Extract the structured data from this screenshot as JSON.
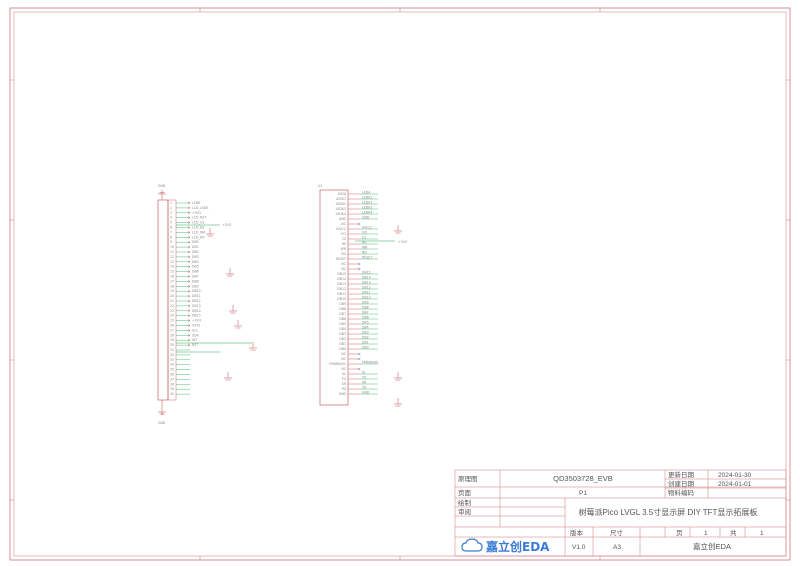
{
  "title_block": {
    "schematic_label": "原理图",
    "schematic_name": "QD3503728_EVB",
    "page_label": "页面",
    "page_name": "P1",
    "drawn_label": "绘制",
    "review_label": "审阅",
    "modify_date_label": "更新日期",
    "modify_date": "2024-01-30",
    "create_date_label": "创建日期",
    "create_date": "2024-01-01",
    "part_no_label": "物料编码",
    "description": "树莓派Pico LVGL 3.5寸显示屏 DIY TFT显示拓展板",
    "version_label": "版本",
    "version": "V1.0",
    "size_label": "尺寸",
    "size": "A3",
    "page_no_label": "页",
    "page_no": "1",
    "total_label": "共",
    "total": "1",
    "company": "嘉立创EDA",
    "logo_text": "嘉立创EDA"
  },
  "left_connector": {
    "top_label": "GND",
    "bottom_label": "GND",
    "designator": "U1",
    "net_labels": [
      "LEDK",
      "LCD_LEDK",
      "+3V3",
      "LCD_RST",
      "LCD_CS",
      "LCD_RS",
      "LCD_WR",
      "LCD_RD",
      "DB0",
      "DB1",
      "DB2",
      "DB3",
      "DB4",
      "DB5",
      "DB6",
      "DB7",
      "DB8",
      "DB9",
      "DB10",
      "DB11",
      "DB12",
      "DB13",
      "DB14",
      "DB15",
      "+3V3",
      "VSYS",
      "SCL",
      "SDA",
      "INT",
      "RST"
    ],
    "gnd_label": "GND",
    "v33_label": "+3V3"
  },
  "right_connector": {
    "designator": "U2",
    "pin_names": [
      "LEDA",
      "LEDK1",
      "LEDK2",
      "LEDK3",
      "LEDK4",
      "GND",
      "NC",
      "IOVCC",
      "VCI",
      "CS",
      "RS",
      "WR",
      "RD",
      "RESET",
      "NC",
      "NC",
      "DB15",
      "DB14",
      "DB13",
      "DB12",
      "DB11",
      "DB10",
      "DB9",
      "DB8",
      "DB7",
      "DB6",
      "DB5",
      "DB4",
      "DB3",
      "DB2",
      "DB1",
      "DB0",
      "NC",
      "NC",
      "FMARK/NC",
      "NC",
      "XL",
      "YU",
      "XR",
      "YD",
      "GND"
    ],
    "gnd_label": "GND",
    "v33_label": "+3V3"
  },
  "colors": {
    "frame": "#c8787a",
    "wire": "#22aa55",
    "component": "#c0484a",
    "text": "#555555",
    "logo": "#3a7bd5"
  }
}
